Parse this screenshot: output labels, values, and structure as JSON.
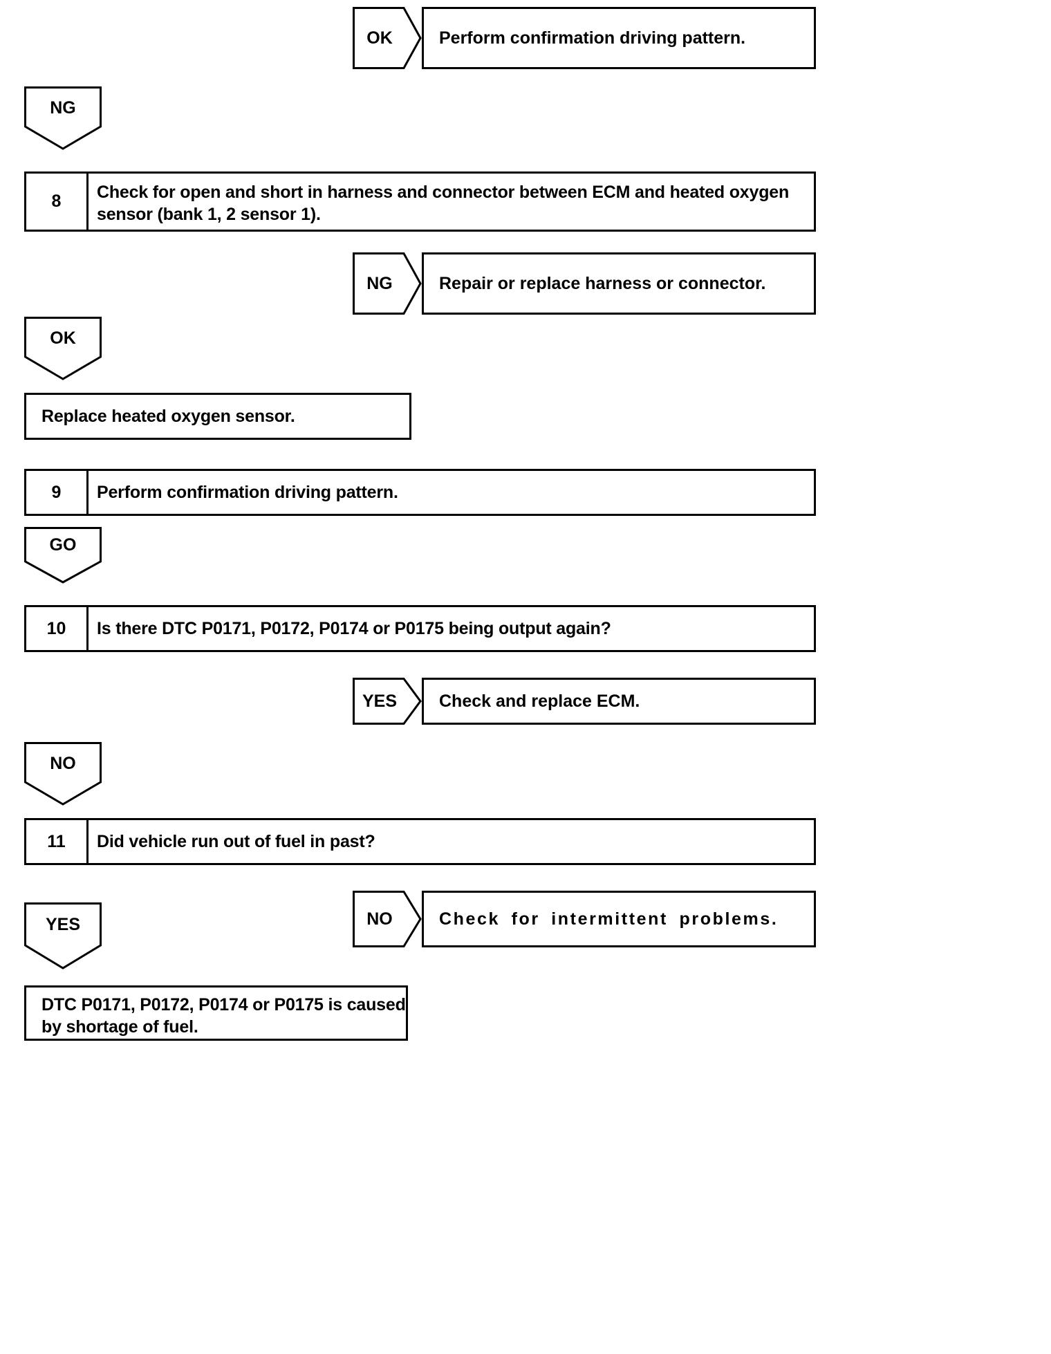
{
  "document": {
    "kind": "automotive-diagnostic-flowchart",
    "line_color": "#000000",
    "background_color": "#ffffff"
  },
  "nodes": [
    {
      "id": "branch-ok-confirmation",
      "type": "branch-result",
      "tag": "OK",
      "text": "Perform confirmation driving pattern."
    },
    {
      "id": "flag-ng-1",
      "type": "flag",
      "label": "NG"
    },
    {
      "id": "step-8",
      "type": "numbered-step",
      "number": "8",
      "text": "Check for open and short in harness and connector between ECM and heated oxygen sensor (bank 1, 2 sensor 1)."
    },
    {
      "id": "branch-ng-repair",
      "type": "branch-result",
      "tag": "NG",
      "text": "Repair or replace harness or connector."
    },
    {
      "id": "flag-ok-1",
      "type": "flag",
      "label": "OK"
    },
    {
      "id": "action-replace-sensor",
      "type": "action",
      "text": "Replace heated oxygen sensor."
    },
    {
      "id": "step-9",
      "type": "numbered-step",
      "number": "9",
      "text": "Perform confirmation driving pattern."
    },
    {
      "id": "flag-go",
      "type": "flag",
      "label": "GO"
    },
    {
      "id": "step-10",
      "type": "numbered-step",
      "number": "10",
      "text": "Is there DTC P0171, P0172, P0174 or P0175 being output again?"
    },
    {
      "id": "branch-yes-ecm",
      "type": "branch-result",
      "tag": "YES",
      "text": "Check and replace ECM."
    },
    {
      "id": "flag-no",
      "type": "flag",
      "label": "NO"
    },
    {
      "id": "step-11",
      "type": "numbered-step",
      "number": "11",
      "text": "Did vehicle run out of fuel in past?"
    },
    {
      "id": "branch-no-intermittent",
      "type": "branch-result",
      "tag": "NO",
      "text": "Check  for  intermittent  problems."
    },
    {
      "id": "flag-yes",
      "type": "flag",
      "label": "YES"
    },
    {
      "id": "action-shortage-of-fuel",
      "type": "action",
      "text": "DTC P0171, P0172, P0174 or P0175 is caused by shortage of fuel."
    }
  ]
}
